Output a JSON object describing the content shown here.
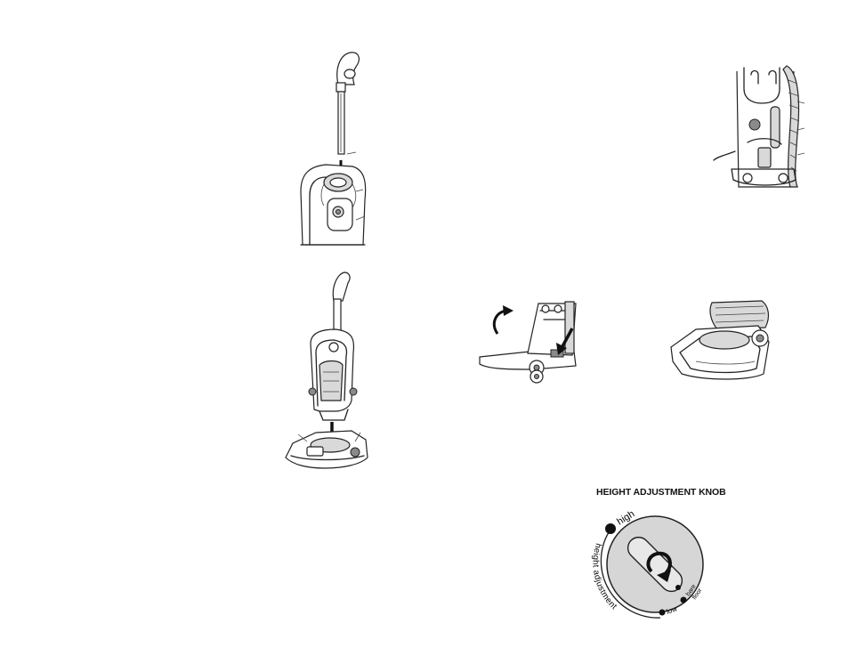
{
  "knob": {
    "title": "HEIGHT ADJUSTMENT KNOB",
    "label_high": "high",
    "label_low": "low",
    "label_bare_1": "bare",
    "label_bare_2": "floor",
    "label_arc": "height adjustment"
  },
  "colors": {
    "line": "#222222",
    "knob_fill": "#d6d6d6",
    "dot": "#111111"
  },
  "icons": [
    "arrow-down-icon",
    "rotate-arrow-icon",
    "curved-arrow-icon"
  ]
}
